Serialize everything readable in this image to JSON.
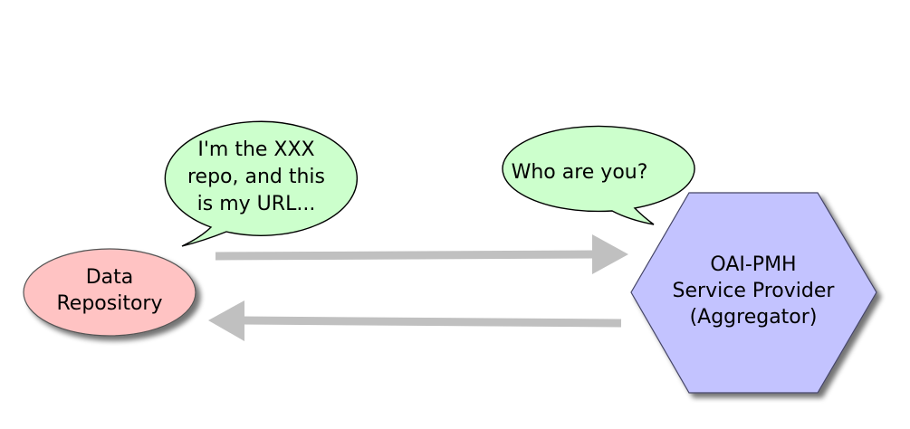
{
  "nodes": {
    "data_repository": {
      "lines": [
        "Data",
        "Repository"
      ],
      "fill": "#ffc3c3"
    },
    "service_provider": {
      "lines": [
        "OAI-PMH",
        "Service Provider",
        "(Aggregator)"
      ],
      "fill": "#c3c3ff"
    }
  },
  "bubbles": {
    "repo_reply": {
      "lines": [
        "I'm the XXX",
        "repo, and this",
        "is my URL..."
      ],
      "fill": "#ccffcc"
    },
    "provider_question": {
      "lines": [
        "Who are you?"
      ],
      "fill": "#ccffcc"
    }
  },
  "arrows": {
    "color": "#c0c0c0"
  }
}
